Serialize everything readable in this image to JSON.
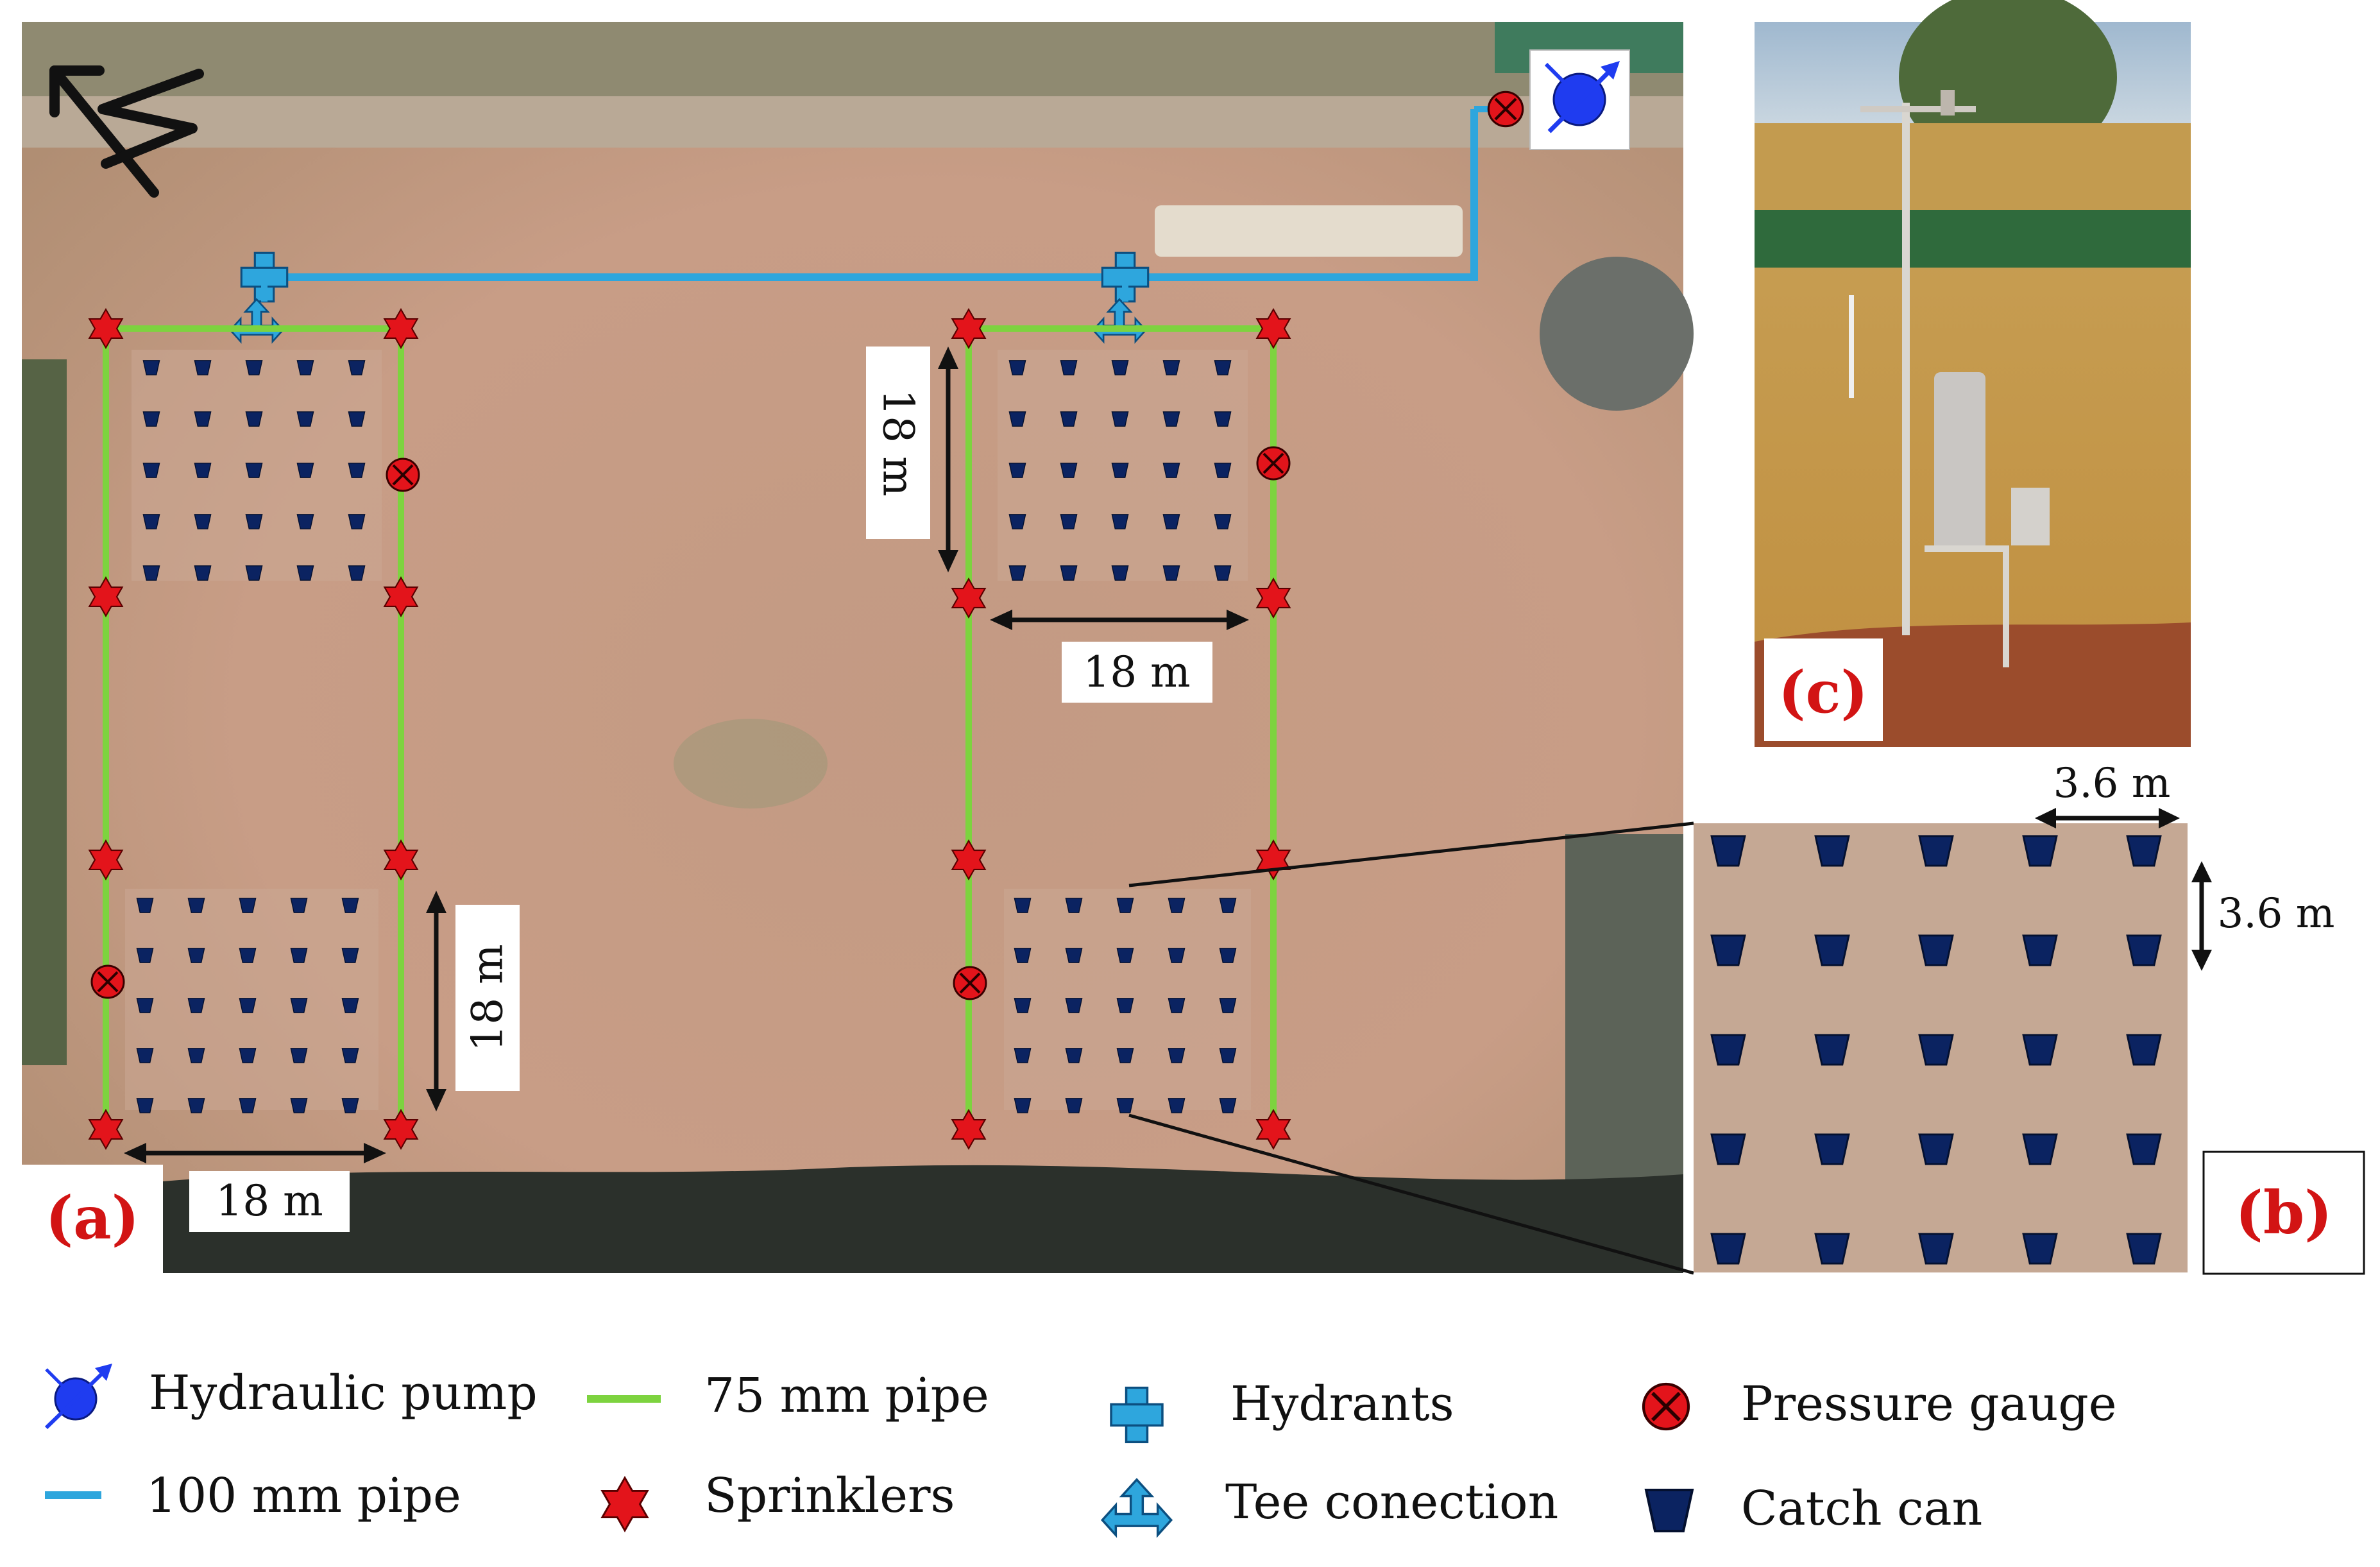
{
  "panels": {
    "a": {
      "label": "(a)"
    },
    "b": {
      "label": "(b)"
    },
    "c": {
      "label": "(c)"
    }
  },
  "dimensions": {
    "plot_side": "18 m",
    "can_spacing_x": "3.6 m",
    "can_spacing_y": "3.6 m"
  },
  "legend": {
    "items": [
      {
        "key": "pump",
        "label": "Hydraulic pump",
        "icon": "pump-icon"
      },
      {
        "key": "pipe75",
        "label": "75 mm pipe",
        "icon": "green-pipe-icon"
      },
      {
        "key": "hydrant",
        "label": "Hydrants",
        "icon": "hydrant-icon"
      },
      {
        "key": "gauge",
        "label": "Pressure gauge",
        "icon": "pressure-gauge-icon"
      },
      {
        "key": "pipe100",
        "label": "100 mm pipe",
        "icon": "blue-pipe-icon"
      },
      {
        "key": "sprinkler",
        "label": "Sprinklers",
        "icon": "sprinkler-star-icon"
      },
      {
        "key": "tee",
        "label": "Tee conection",
        "icon": "tee-connection-icon"
      },
      {
        "key": "can",
        "label": "Catch can",
        "icon": "catch-can-icon"
      }
    ]
  },
  "colors": {
    "pipe75": "#7dd33f",
    "pipe100": "#2ea6dd",
    "sprinkler": "#e3141b",
    "can": "#0b2361",
    "pump": "#1f3cf0",
    "label_red": "#d21414"
  }
}
